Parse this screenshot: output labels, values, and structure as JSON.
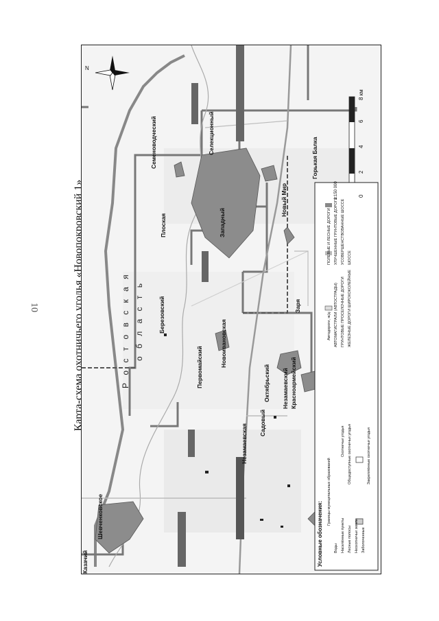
{
  "page": {
    "number": "10",
    "title": "Карта-схема охотничьего угодья «Новопокровский 1»"
  },
  "map": {
    "north_label": "N",
    "region_line1": "Р о с т о в с к а я",
    "region_line2": "о б л а с т ь",
    "settlements": {
      "kazachiy": "Казачий",
      "shevchenkovskoe": "Шевченковское",
      "nezamaevskaya": "Незамаевская",
      "sadovy": "Садовый",
      "oktyabrsky": "Октябрьский",
      "nezamaevsky": "Незамаевский",
      "krasnoarmeysky": "Красноармейский",
      "pervomaysky": "Первомайский",
      "berezovsky": "Березовский",
      "novoivanovskaya": "Новоивановская",
      "zarya": "Заря",
      "ploskaya": "Плоская",
      "zapadny": "Западный",
      "novy_mir": "Новый Мир",
      "selektsionny": "Селекционный",
      "semenovodcheskiy": "Семеноводческий",
      "gorkaya_balka": "Горькая Балка"
    },
    "scale": {
      "ticks": [
        "0",
        "2",
        "4",
        "6",
        "8 км"
      ],
      "note": "1:150 000"
    }
  },
  "legend": {
    "title": "Условные обозначения:",
    "items": {
      "admin_border": "Границы муниципальных образований",
      "water": "Воды",
      "unsettled": "Населённые пункты",
      "forest": "Лесные полосы",
      "fields": "Неохотничьи земли",
      "hunting_grounds_label": "Охотничьи угодья",
      "common_grounds": "Общедоступные охотничьи угодья",
      "reserved_grounds": "Закреплённые охотничьи угодья",
      "marsh": "Заболоченные",
      "roads_header": "Автодороги, ж/д:",
      "highway": "АВТОМАГИСТРАЛИ (АВТОСТРАДЫ)",
      "dirt_roads": "ГРУНТОВЫЕ ПРОСЕЛОЧНЫЕ ДОРОГИ",
      "railway": "ЖЕЛЕЗНЫЕ ДОРОГИ ШИРОКОКОЛЕЙНЫЕ",
      "field_roads": "ПОЛЕВЫЕ И ЛЕСНЫЕ ДОРОГИ",
      "improved_dirt": "УЛУЧШЕННЫЕ ГРУНТОВЫЕ ДОРОГИ",
      "improved_highway": "УСОВЕРШЕНСТВОВАННЫЕ ШОССЕ",
      "highway2": "ШОССЕ"
    }
  }
}
